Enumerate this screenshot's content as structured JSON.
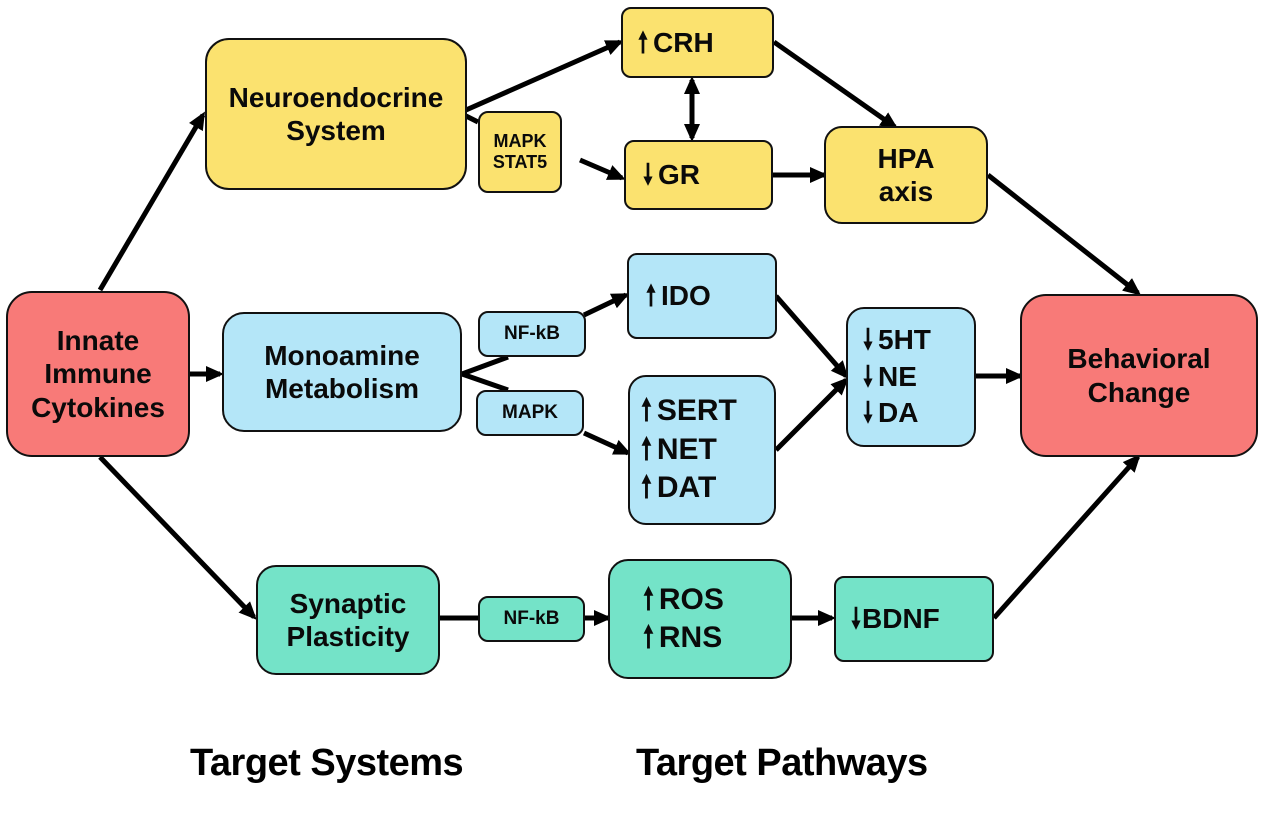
{
  "colors": {
    "yellow": "#fbe26f",
    "blue": "#b4e6f8",
    "red": "#f87a78",
    "green": "#74e3c8",
    "stroke": "#111111"
  },
  "nodes": {
    "innate_immune": {
      "lines": [
        "Innate",
        "Immune",
        "Cytokines"
      ]
    },
    "neuroendocrine": {
      "lines": [
        "Neuroendocrine",
        "System"
      ]
    },
    "mapk_stat5": {
      "lines": [
        "MAPK",
        "STAT5"
      ]
    },
    "crh": {
      "items": [
        {
          "dir": "up",
          "label": "CRH"
        }
      ]
    },
    "gr": {
      "items": [
        {
          "dir": "down",
          "label": "GR"
        }
      ]
    },
    "hpa": {
      "lines": [
        "HPA",
        "axis"
      ]
    },
    "monoamine": {
      "lines": [
        "Monoamine",
        "Metabolism"
      ]
    },
    "nfkb_blue": {
      "lines": [
        "NF-kB"
      ]
    },
    "mapk_blue": {
      "lines": [
        "MAPK"
      ]
    },
    "ido": {
      "items": [
        {
          "dir": "up",
          "label": "IDO"
        }
      ]
    },
    "transporters": {
      "items": [
        {
          "dir": "up",
          "label": "SERT"
        },
        {
          "dir": "up",
          "label": "NET"
        },
        {
          "dir": "up",
          "label": "DAT"
        }
      ]
    },
    "neurotransmitters": {
      "items": [
        {
          "dir": "down",
          "label": "5HT"
        },
        {
          "dir": "down",
          "label": "NE"
        },
        {
          "dir": "down",
          "label": "DA"
        }
      ]
    },
    "behavioral": {
      "lines": [
        "Behavioral",
        "Change"
      ]
    },
    "synaptic": {
      "lines": [
        "Synaptic",
        "Plasticity"
      ]
    },
    "nfkb_green": {
      "lines": [
        "NF-kB"
      ]
    },
    "ros_rns": {
      "items": [
        {
          "dir": "up",
          "label": "ROS"
        },
        {
          "dir": "up",
          "label": "RNS"
        }
      ]
    },
    "bdnf": {
      "items": [
        {
          "dir": "down",
          "label": "BDNF"
        }
      ]
    }
  },
  "edges": [
    {
      "from": "innate_immune",
      "to": "neuroendocrine"
    },
    {
      "from": "innate_immune",
      "to": "monoamine"
    },
    {
      "from": "innate_immune",
      "to": "synaptic"
    },
    {
      "from": "neuroendocrine",
      "to": "crh"
    },
    {
      "from": "neuroendocrine",
      "to": "gr",
      "via": "mapk_stat5"
    },
    {
      "from": "crh",
      "to": "gr",
      "bidirectional": true
    },
    {
      "from": "crh",
      "to": "hpa"
    },
    {
      "from": "gr",
      "to": "hpa"
    },
    {
      "from": "hpa",
      "to": "behavioral"
    },
    {
      "from": "monoamine",
      "to": "ido",
      "via": "nfkb_blue"
    },
    {
      "from": "monoamine",
      "to": "transporters",
      "via": "mapk_blue"
    },
    {
      "from": "ido",
      "to": "neurotransmitters"
    },
    {
      "from": "transporters",
      "to": "neurotransmitters"
    },
    {
      "from": "neurotransmitters",
      "to": "behavioral"
    },
    {
      "from": "synaptic",
      "to": "ros_rns",
      "via": "nfkb_green"
    },
    {
      "from": "ros_rns",
      "to": "bdnf"
    },
    {
      "from": "bdnf",
      "to": "behavioral"
    }
  ],
  "footer": {
    "left": "Target Systems",
    "right": "Target Pathways"
  }
}
